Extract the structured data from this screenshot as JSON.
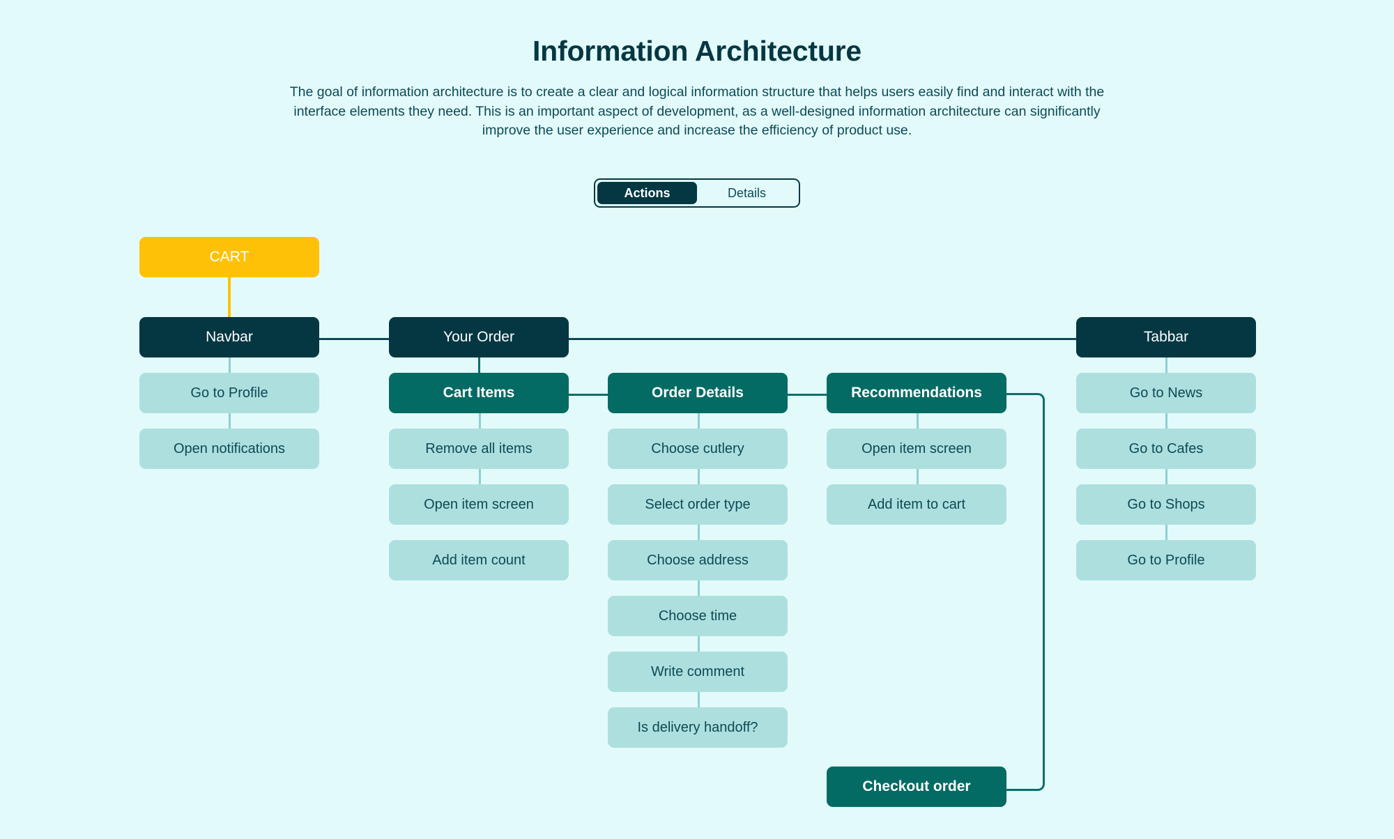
{
  "header": {
    "title": "Information Architecture",
    "description": "The goal of information architecture is to create a clear and logical information structure that helps users easily find and interact with the interface elements they need. This is an important aspect of development, as a well-designed information architecture can significantly improve the user experience and increase the efficiency of product use."
  },
  "toggle": {
    "options": [
      "Actions",
      "Details"
    ],
    "actions_label": "Actions",
    "details_label": "Details",
    "selected": "Actions"
  },
  "colors": {
    "background": "#e3fafb",
    "root": "#ffc107",
    "section": "#053742",
    "group": "#036b63",
    "leaf": "#aedfdf",
    "leaf_text": "#0b4a55",
    "connector_dark": "#0b4a55",
    "connector_teal": "#0a6f69",
    "connector_light": "#8fcfd2"
  },
  "diagram": {
    "root": {
      "label": "CART"
    },
    "columns": [
      {
        "key": "navbar",
        "section": "Navbar",
        "leaves": [
          "Go to Profile",
          "Open notifications"
        ]
      },
      {
        "key": "your-order",
        "section": "Your Order",
        "group": "Cart Items",
        "leaves": [
          "Remove all items",
          "Open item screen",
          "Add item count"
        ]
      },
      {
        "key": "order-details",
        "group": "Order Details",
        "leaves": [
          "Choose cutlery",
          "Select order type",
          "Choose address",
          "Choose time",
          "Write comment",
          "Is delivery handoff?"
        ]
      },
      {
        "key": "recommendations",
        "group": "Recommendations",
        "leaves": [
          "Open item screen",
          "Add item to cart"
        ],
        "terminal": "Checkout order"
      },
      {
        "key": "tabbar",
        "section": "Tabbar",
        "leaves": [
          "Go to News",
          "Go to Cafes",
          "Go to Shops",
          "Go to Profile"
        ]
      }
    ]
  }
}
